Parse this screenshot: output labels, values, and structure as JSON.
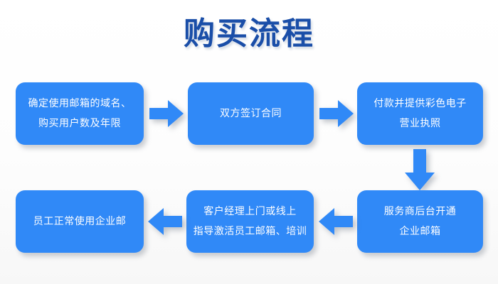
{
  "page": {
    "title": "购买流程",
    "title_color": "#1a4ea8",
    "background_color": "#ffffff",
    "node_color": "#3089f7",
    "node_text_color": "#ffffff",
    "arrow_color": "#3089f7"
  },
  "flow": {
    "nodes": [
      {
        "id": "step-1",
        "order": 1,
        "lines": [
          "确定使用邮箱的域名、",
          "购买用户数及年限"
        ]
      },
      {
        "id": "step-2",
        "order": 2,
        "lines": [
          "双方签订合同"
        ]
      },
      {
        "id": "step-3",
        "order": 3,
        "lines": [
          "付款并提供彩色电子",
          "营业执照"
        ]
      },
      {
        "id": "step-4",
        "order": 4,
        "lines": [
          "服务商后台开通",
          "企业邮箱"
        ]
      },
      {
        "id": "step-5",
        "order": 5,
        "lines": [
          "客户经理上门或线上",
          "指导激活员工邮箱、培训"
        ]
      },
      {
        "id": "step-6",
        "order": 6,
        "lines": [
          "员工正常使用企业邮"
        ]
      }
    ],
    "connectors": [
      {
        "id": "connector-1",
        "from": "step-1",
        "to": "step-2",
        "direction": "right"
      },
      {
        "id": "connector-2",
        "from": "step-2",
        "to": "step-3",
        "direction": "right"
      },
      {
        "id": "connector-3",
        "from": "step-3",
        "to": "step-4",
        "direction": "down"
      },
      {
        "id": "connector-4",
        "from": "step-4",
        "to": "step-5",
        "direction": "left"
      },
      {
        "id": "connector-5",
        "from": "step-5",
        "to": "step-6",
        "direction": "left"
      }
    ]
  }
}
